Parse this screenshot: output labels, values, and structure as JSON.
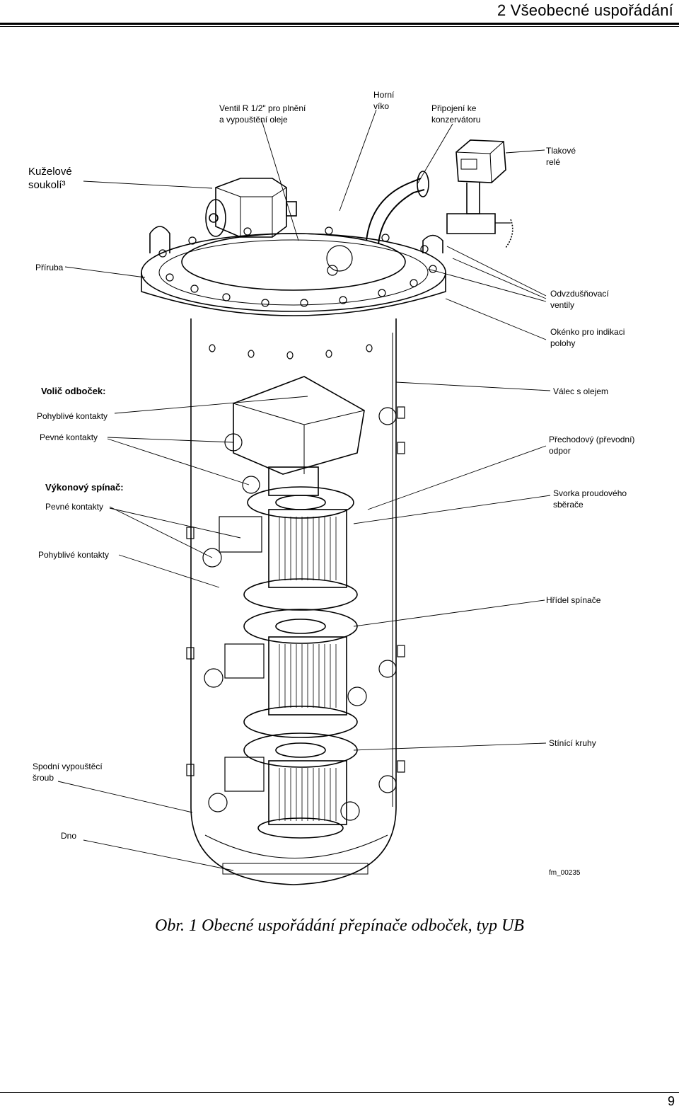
{
  "header": {
    "title": "2 Všeobecné uspořádání"
  },
  "figure": {
    "labels": {
      "kuzelove_soukoli": "Kuželové\nsoukolí³",
      "ventil": "Ventil R 1/2\" pro plnění\na vypouštění oleje",
      "horni_viko": "Horní\nvíko",
      "pripojeni": "Připojení ke\nkonzervátoru",
      "tlakove_rele": "Tlakové\nrelé",
      "priruba": "Příruba",
      "odvzdusnovaci": "Odvzdušňovací\nventily",
      "okenko": "Okénko pro indikaci\npolohy",
      "volic_odbocek": "Volič odboček:",
      "valec_s_olejem": "Válec s olejem",
      "pohyblive_kontakty_1": "Pohyblivé kontakty",
      "pevne_kontakty_1": "Pevné kontakty",
      "prechodovy_odpor": "Přechodový (převodní)\nodpor",
      "vykonovy_spinac": "Výkonový spínač:",
      "svorka": "Svorka proudového\nsběrače",
      "pevne_kontakty_2": "Pevné kontakty",
      "pohyblive_kontakty_2": "Pohyblivé kontakty",
      "hridel": "Hřídel spínače",
      "stinici_kruhy": "Stínící kruhy",
      "spodni_sroub": "Spodní vypouštěcí\nšroub",
      "dno": "Dno",
      "ref": "fm_00235"
    }
  },
  "caption": "Obr. 1 Obecné uspořádání přepínače odboček, typ UB",
  "footer": {
    "page_number": "9"
  }
}
